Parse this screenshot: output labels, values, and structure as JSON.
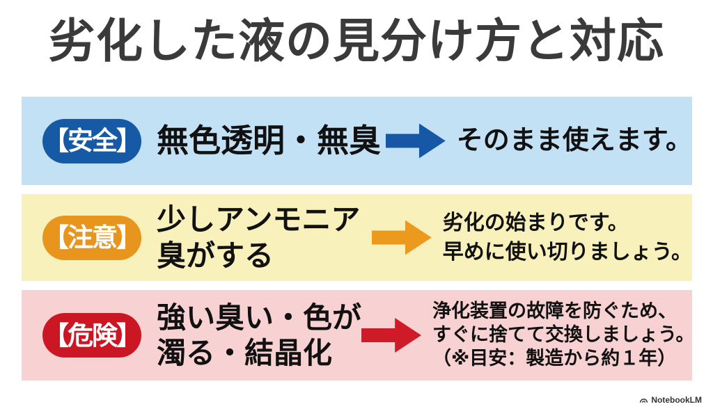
{
  "page": {
    "title": "劣化した液の見分け方と対応"
  },
  "colors": {
    "row_safe_bg": "#c3e1f5",
    "row_caution_bg": "#f9f1bb",
    "row_danger_bg": "#f8d1d3",
    "badge_safe": "#1659a5",
    "badge_caution": "#e8951d",
    "badge_danger": "#cb1724",
    "arrow_safe": "#1658a6",
    "arrow_caution": "#ec9a1e",
    "arrow_danger": "#cf1a28",
    "title_text": "#3a3a3a",
    "body_text": "#111111"
  },
  "rows": [
    {
      "badge": "【安全】",
      "bg": "#c3e1f5",
      "badge_color": "#1659a5",
      "arrow_color": "#1658a6",
      "symptom_lines": [
        "無色透明・無臭"
      ],
      "action_lines": [
        "そのまま使えます。"
      ]
    },
    {
      "badge": "【注意】",
      "bg": "#f9f1bb",
      "badge_color": "#e8951d",
      "arrow_color": "#ec9a1e",
      "symptom_lines": [
        "少しアンモニア",
        "臭がする"
      ],
      "action_lines": [
        "劣化の始まりです。",
        "早めに使い切りましょう。"
      ]
    },
    {
      "badge": "【危険】",
      "bg": "#f8d1d3",
      "badge_color": "#cb1724",
      "arrow_color": "#cf1a28",
      "symptom_lines": [
        "強い臭い・色が",
        "濁る・結晶化"
      ],
      "action_lines": [
        "浄化装置の故障を防ぐため、",
        "すぐに捨てて交換しましょう。",
        "（※目安：製造から約１年）"
      ]
    }
  ],
  "footer": {
    "brand": "NotebookLM"
  }
}
